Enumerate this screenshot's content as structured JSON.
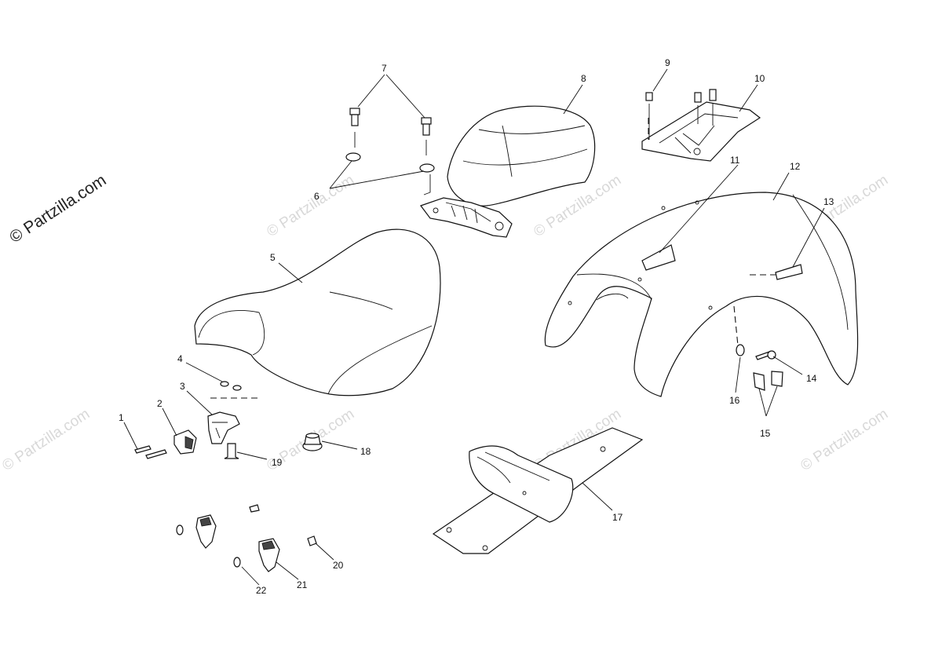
{
  "watermark": {
    "brand": "© Partzilla.com",
    "text": "© Partzilla.com"
  },
  "callouts": {
    "c1": "1",
    "c2": "2",
    "c3": "3",
    "c4": "4",
    "c5": "5",
    "c6": "6",
    "c7": "7",
    "c8": "8",
    "c9": "9",
    "c10": "10",
    "c11": "11",
    "c12": "12",
    "c13": "13",
    "c14": "14",
    "c15": "15",
    "c16": "16",
    "c17": "17",
    "c18": "18",
    "c19": "19",
    "c20": "20",
    "c21": "21",
    "c22": "22"
  }
}
